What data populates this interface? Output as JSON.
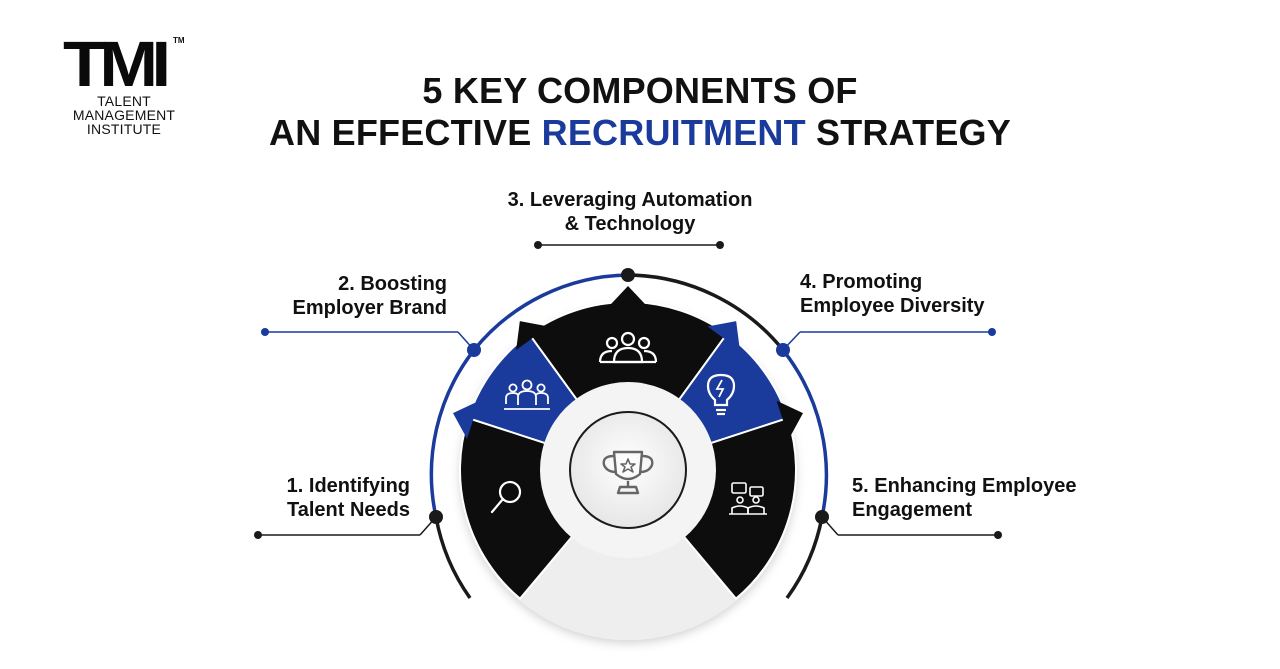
{
  "logo": {
    "mark": "TMI",
    "tm": "TM",
    "line1": "TALENT",
    "line2": "MANAGEMENT",
    "line3": "INSTITUTE"
  },
  "title": {
    "line1": "5 KEY COMPONENTS OF",
    "line2_prefix": "AN EFFECTIVE ",
    "line2_accent": "RECRUITMENT",
    "line2_suffix": " STRATEGY"
  },
  "components": [
    {
      "line1": "1. Identifying",
      "line2": "Talent Needs",
      "icon": "magnifier-icon"
    },
    {
      "line1": "2. Boosting",
      "line2": "Employer Brand",
      "icon": "people-group-icon"
    },
    {
      "line1": "3. Leveraging Automation",
      "line2": "& Technology",
      "icon": "users-icon"
    },
    {
      "line1": "4. Promoting",
      "line2": "Employee Diversity",
      "icon": "lightbulb-icon"
    },
    {
      "line1": "5. Enhancing Employee",
      "line2": "Engagement",
      "icon": "meeting-chat-icon"
    }
  ],
  "center_icon": "trophy-icon",
  "colors": {
    "accent": "#1a3a9c",
    "dark": "#0d0d0d",
    "light": "#efefef"
  }
}
